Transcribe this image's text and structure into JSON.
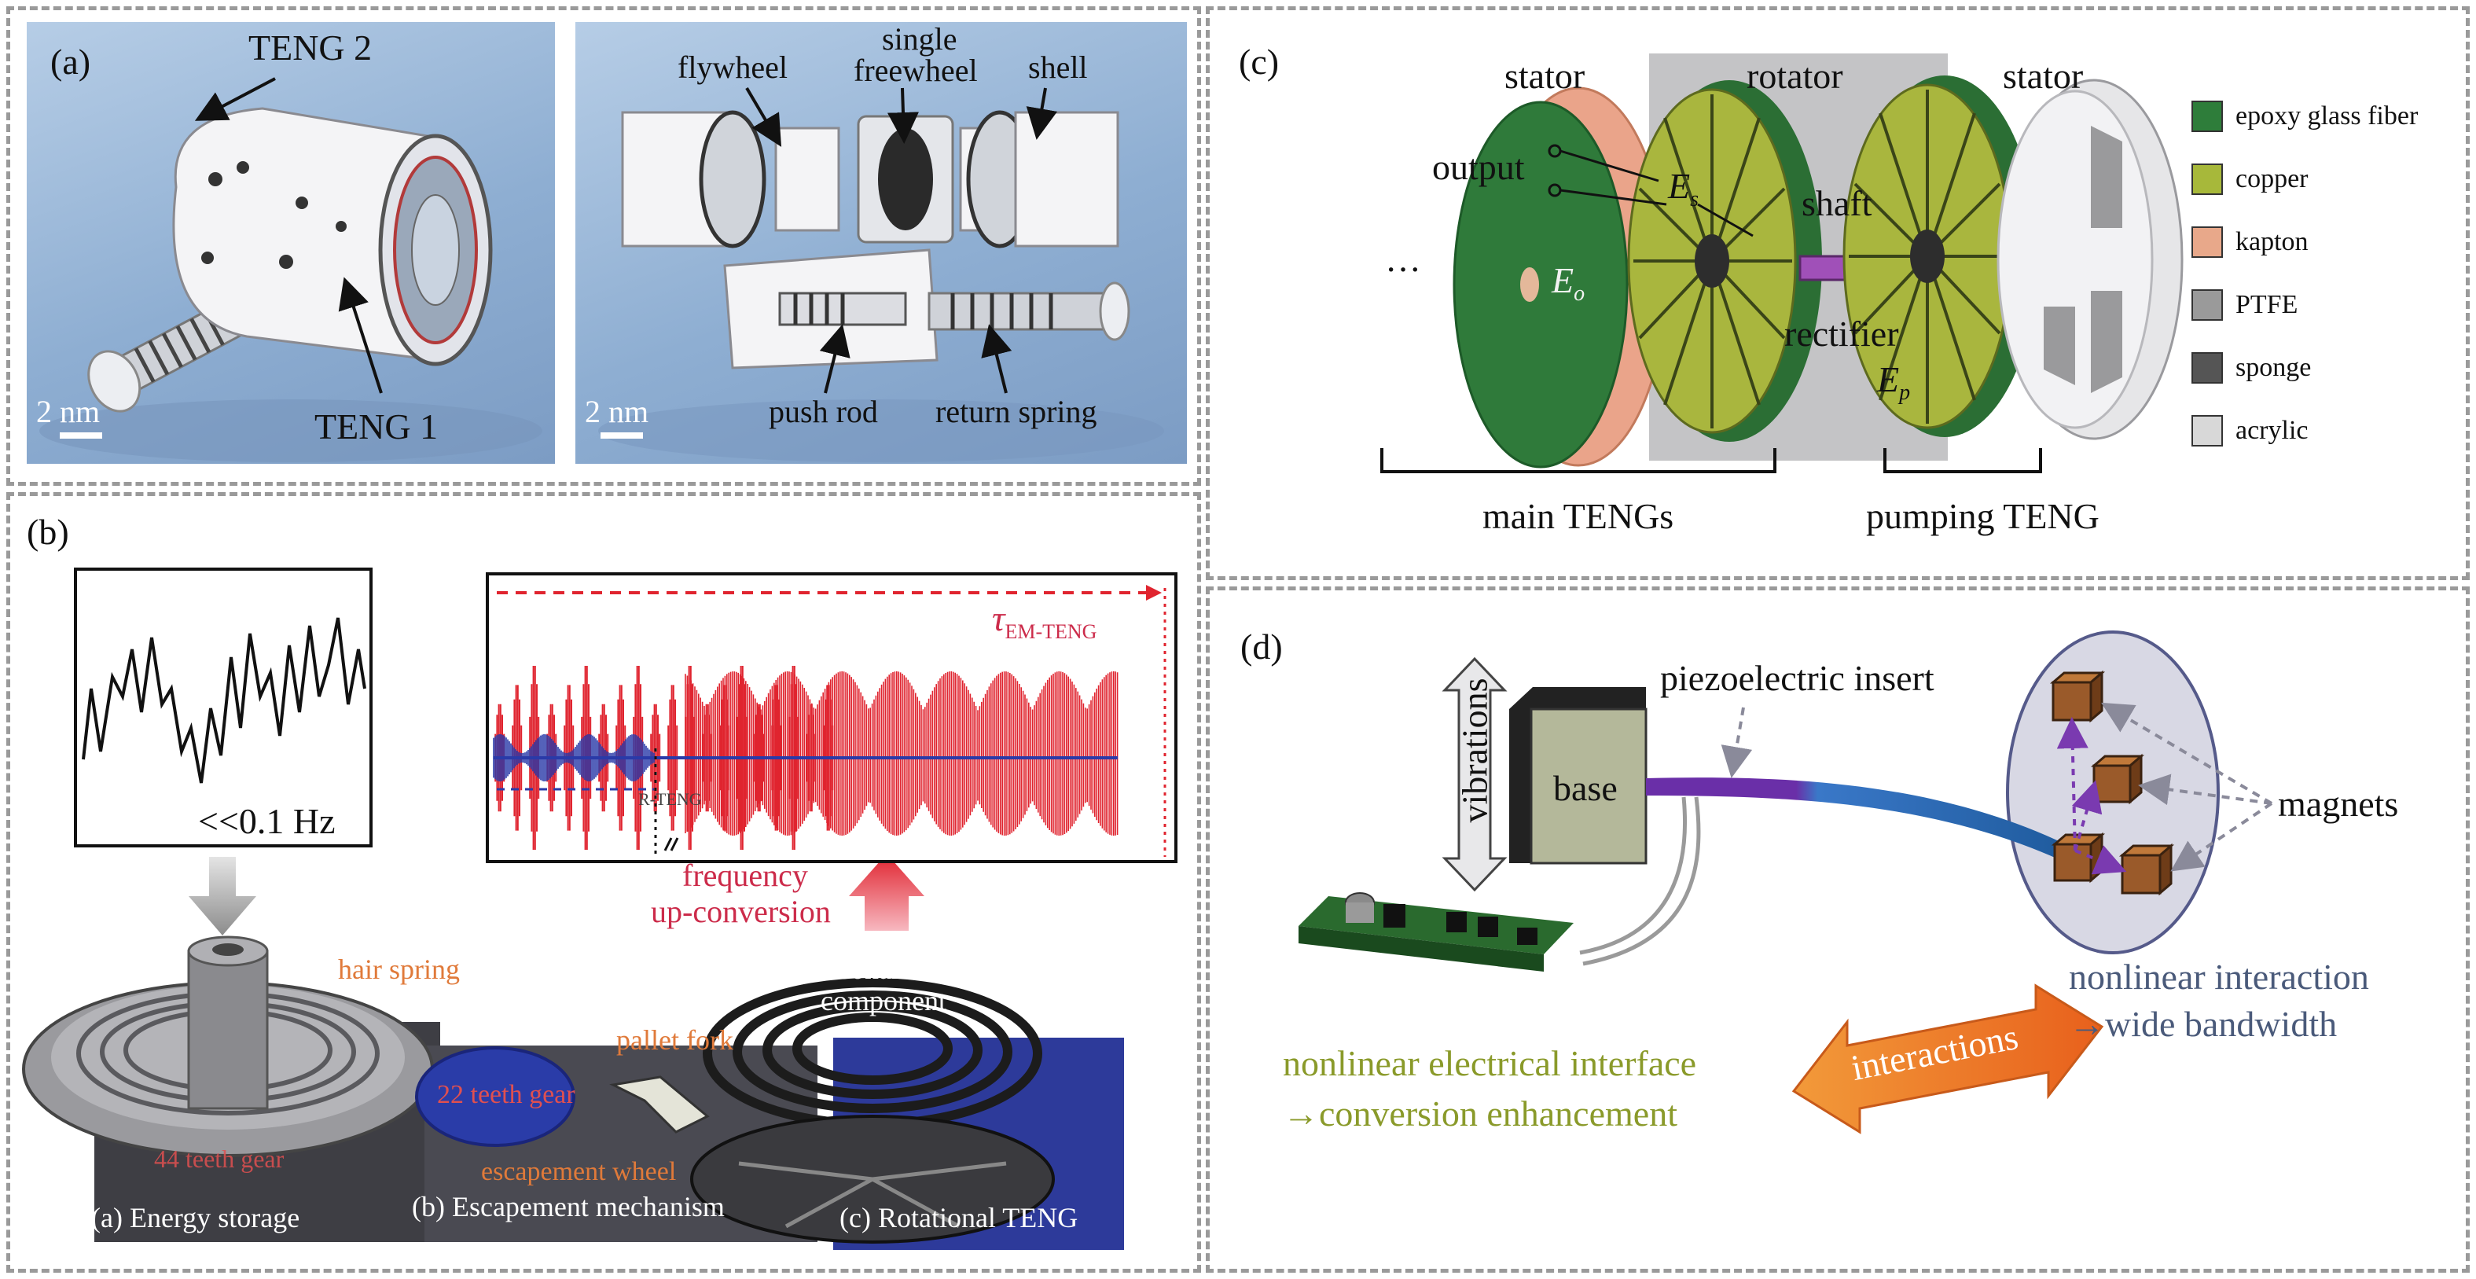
{
  "panel_a": {
    "label": "(a)",
    "left": {
      "teng2": "TENG 2",
      "teng1": "TENG 1",
      "scale": "2 nm"
    },
    "right": {
      "flywheel": "flywheel",
      "single_freewheel_l1": "single",
      "single_freewheel_l2": "freewheel",
      "shell": "shell",
      "push_rod": "push rod",
      "return_spring": "return spring",
      "scale": "2 nm"
    }
  },
  "panel_b": {
    "label": "(b)",
    "input_signal": "<<0.1 Hz",
    "tau_em_main": "τ",
    "tau_em_sub": "EM-TENG",
    "tau_r_sub": "R-TENG",
    "freq_l1": "frequency",
    "freq_l2": "up-conversion",
    "resonance_l1": "resonance",
    "resonance_l2": "component",
    "hair_spring": "hair spring",
    "pallet_fork": "pallet fork",
    "gear22": "22 teeth gear",
    "gear44": "44 teeth gear",
    "escapement_wheel": "escapement wheel",
    "caption_a": "(a) Energy storage",
    "caption_b": "(b) Escapement mechanism",
    "caption_c": "(c) Rotational TENG",
    "colors": {
      "red": "#e0242f",
      "blue": "#2a3aa8"
    }
  },
  "panel_c": {
    "label": "(c)",
    "stator_left": "stator",
    "rotator": "rotator",
    "stator_right": "stator",
    "output": "output",
    "es_main": "E",
    "es_sub": "s",
    "eo_main": "E",
    "eo_sub": "o",
    "ep_main": "E",
    "ep_sub": "p",
    "shaft": "shaft",
    "rectifier": "rectifier",
    "dots": "···",
    "main_tengs": "main TENGs",
    "pumping_teng": "pumping TENG",
    "legend": [
      {
        "label": "epoxy glass fiber",
        "color": "#2e7d3a"
      },
      {
        "label": "copper",
        "color": "#a7b83a"
      },
      {
        "label": "kapton",
        "color": "#e8a88a"
      },
      {
        "label": "PTFE",
        "color": "#9a9a9a"
      },
      {
        "label": "sponge",
        "color": "#555555"
      },
      {
        "label": "acrylic",
        "color": "#d8d8d8"
      }
    ]
  },
  "panel_d": {
    "label": "(d)",
    "vibrations": "vibrations",
    "base": "base",
    "piezo": "piezoelectric insert",
    "magnets": "magnets",
    "interactions": "interactions",
    "nonlinear_l1": "nonlinear interaction",
    "nonlinear_l2": "→wide bandwidth",
    "elec_l1": "nonlinear electrical interface",
    "elec_l2": "→conversion enhancement"
  }
}
